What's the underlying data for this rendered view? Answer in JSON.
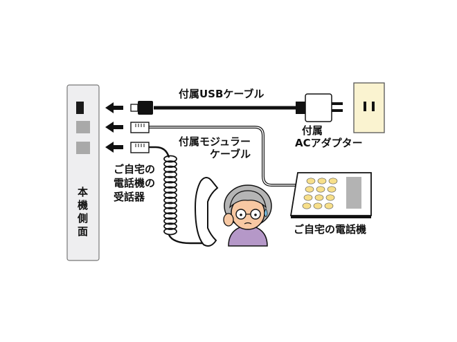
{
  "labels": {
    "usb_cable": "付属USBケーブル",
    "adapter_line1": "付属",
    "adapter_line2": "ACアダプター",
    "modular_line1": "付属モジュラー",
    "modular_line2": "ケーブル",
    "handset_line1": "ご自宅の",
    "handset_line2": "電話機の",
    "handset_line3": "受話器",
    "home_phone": "ご自宅の電話機",
    "side_panel": [
      "本",
      "機",
      "側",
      "面"
    ]
  },
  "icons": [
    "usb-plug-icon",
    "modular-plug-icon",
    "arrow-left-icon",
    "power-outlet-icon",
    "ac-adapter-icon",
    "telephone-base-icon",
    "handset-icon",
    "elderly-woman-icon"
  ],
  "colors": {
    "panel": "#eeeef0",
    "port": "#a9a9a9",
    "outlet": "#faf3d0",
    "keypad": "#f7df8a",
    "display": "#b3b3b3",
    "hair": "#b5b5b5",
    "skin": "#f7c8a3",
    "clothes": "#b598c8"
  }
}
